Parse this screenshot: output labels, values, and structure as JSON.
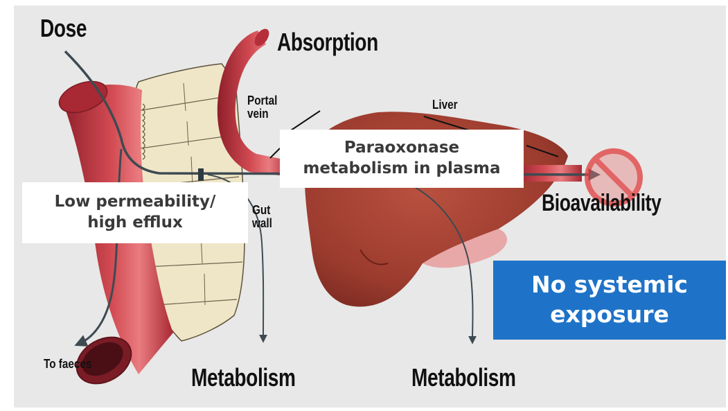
{
  "labels": {
    "dose": "Dose",
    "absorption": "Absorption",
    "portal_vein_line1": "Portal",
    "portal_vein_line2": "vein",
    "liver": "Liver",
    "gut_wall_line1": "Gut",
    "gut_wall_line2": "wall",
    "to_faeces": "To faeces",
    "metabolism_left": "Metabolism",
    "metabolism_right": "Metabolism",
    "bioavailability": "Bioavailability"
  },
  "callouts": {
    "plasma_line1": "Paraoxonase",
    "plasma_line2": "metabolism in plasma",
    "permeability_line1": "Low permeability/",
    "permeability_line2": "high efflux",
    "exposure_line1": "No systemic",
    "exposure_line2": "exposure"
  },
  "colors": {
    "background": "#e8e8e8",
    "vessel": "#c23a44",
    "vessel_dark": "#9e2430",
    "liver": "#9b3b2e",
    "gut_wall": "#efe6c8",
    "callout_blue": "#1e73c8",
    "prohibition": "#e03a3a"
  },
  "icons": {
    "no_entry": "prohibition-icon"
  }
}
